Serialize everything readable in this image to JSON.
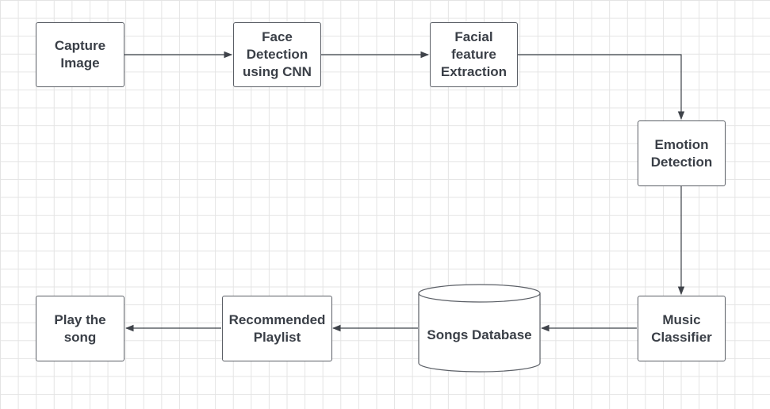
{
  "diagram": {
    "nodes": {
      "capture": "Capture\nImage",
      "face_detection": "Face\nDetection\nusing CNN",
      "feature_extraction": "Facial\nfeature\nExtraction",
      "emotion": "Emotion\nDetection",
      "classifier": "Music\nClassifier",
      "database": "Songs Database",
      "playlist": "Recommended\nPlaylist",
      "play": "Play the\nsong"
    },
    "edges": [
      {
        "from": "capture",
        "to": "face_detection"
      },
      {
        "from": "face_detection",
        "to": "feature_extraction"
      },
      {
        "from": "feature_extraction",
        "to": "emotion"
      },
      {
        "from": "emotion",
        "to": "classifier"
      },
      {
        "from": "classifier",
        "to": "database"
      },
      {
        "from": "database",
        "to": "playlist"
      },
      {
        "from": "playlist",
        "to": "play"
      }
    ],
    "colors": {
      "stroke": "#5b5f66",
      "text": "#3a3f47",
      "grid": "#e4e4e4"
    }
  }
}
